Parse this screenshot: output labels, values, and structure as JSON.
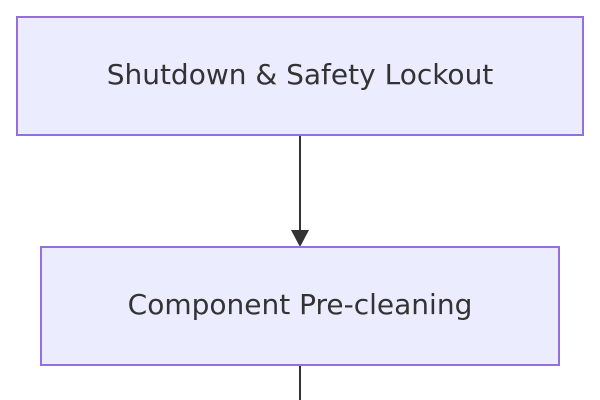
{
  "diagram": {
    "nodes": [
      {
        "id": "shutdown",
        "label": "Shutdown & Safety Lockout"
      },
      {
        "id": "precleaning",
        "label": "Component Pre-cleaning"
      }
    ],
    "edges": [
      {
        "from": "shutdown",
        "to": "precleaning"
      },
      {
        "from": "precleaning",
        "to": ""
      }
    ],
    "colors": {
      "node_fill": "#ECECFF",
      "node_stroke": "#9370DB",
      "text": "#333333",
      "edge": "#333333",
      "background": "#FFFFFF"
    }
  }
}
